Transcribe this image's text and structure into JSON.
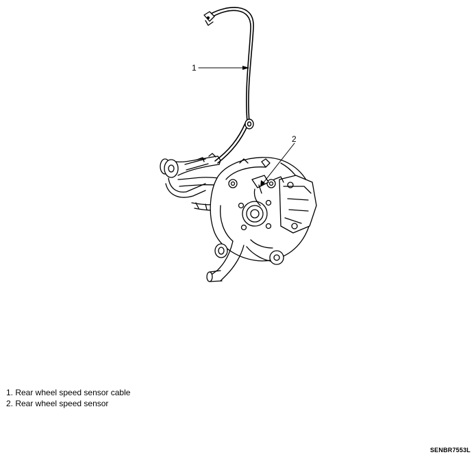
{
  "callouts": [
    {
      "number": "1"
    },
    {
      "number": "2"
    }
  ],
  "legend": [
    "1. Rear wheel speed sensor cable",
    "2. Rear wheel speed sensor"
  ],
  "figure_code": "SENBR7553L",
  "colors": {
    "line": "#000000",
    "background": "#ffffff"
  }
}
